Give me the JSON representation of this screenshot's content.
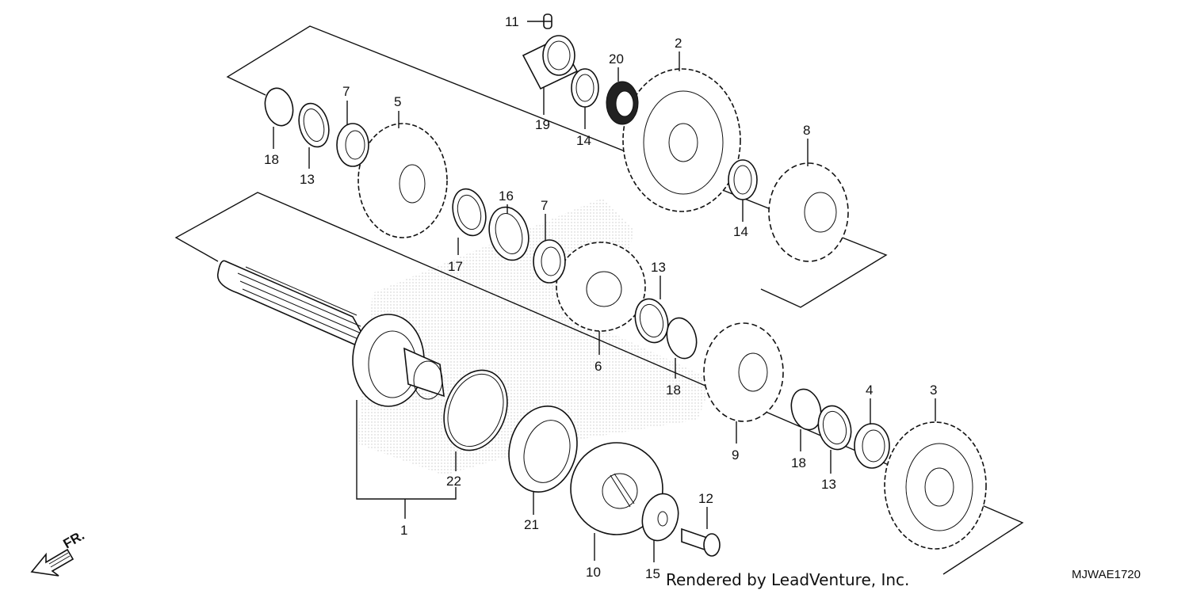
{
  "callouts": {
    "p1": "1",
    "p2": "2",
    "p3": "3",
    "p4": "4",
    "p5": "5",
    "p6": "6",
    "p7a": "7",
    "p7b": "7",
    "p8": "8",
    "p9": "9",
    "p10": "10",
    "p11": "11",
    "p12": "12",
    "p13a": "13",
    "p13b": "13",
    "p13c": "13",
    "p14a": "14",
    "p14b": "14",
    "p15": "15",
    "p16": "16",
    "p17": "17",
    "p18a": "18",
    "p18b": "18",
    "p18c": "18",
    "p19": "19",
    "p20": "20",
    "p21": "21",
    "p22": "22"
  },
  "direction_label": "FR.",
  "credit": "Rendered by LeadVenture, Inc.",
  "diagram_code": "MJWAE1720",
  "colors": {
    "line": "#111111",
    "background": "#ffffff",
    "shade": "#d9d9d9"
  }
}
